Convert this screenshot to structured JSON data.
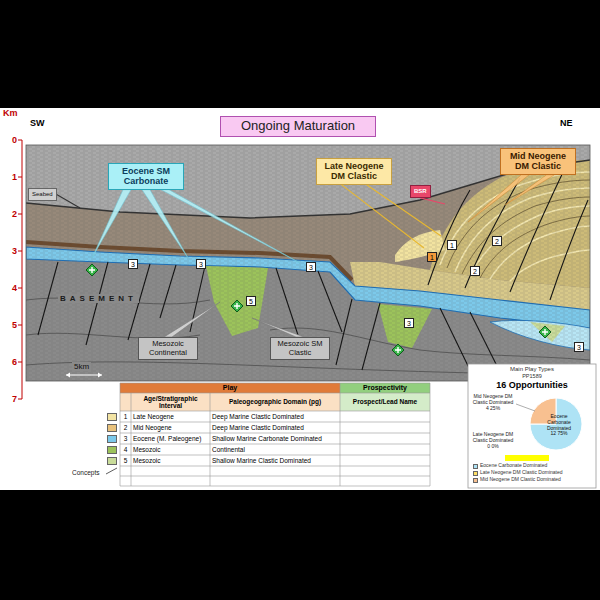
{
  "diagram": {
    "title": "Ongoing Maturation",
    "nodes": [
      {
        "text": [
          "Eocene SM Carbonate"
        ]
      },
      {
        "text": [
          "Late Neogene DM Clastic"
        ]
      },
      {
        "text": [
          "Mid Neogene DM Clastic"
        ]
      },
      {
        "text": [
          "Seabed"
        ]
      },
      {
        "text": [
          "BSR"
        ]
      },
      {
        "text": [
          "Mesozoic Continental"
        ]
      },
      {
        "text": [
          "Mesozoic SM Clastic"
        ]
      }
    ],
    "labels": [
      "Km",
      "0",
      "1",
      "2",
      "3",
      "4",
      "5",
      "6",
      "7",
      "SW",
      "NE",
      "BASEMENT",
      "5km",
      "3",
      "3",
      "3",
      "5",
      "1",
      "1",
      "2",
      "2",
      "3",
      "3",
      "Play",
      "Prospectivity",
      "Age/Stratigraphic Interval",
      "Paleogeographic Domain (pg)",
      "Prospect/Lead Name",
      "Late Neogene",
      "Deep Marine Clastic Dominated",
      "Mid Neogene",
      "Deep Marine Clastic Dominated",
      "Eocene (M. Paleogene)",
      "Shallow Marine Carbonate Dominated",
      "Mesozoic",
      "Continental",
      "Mesozoic",
      "Shallow Marine Clastic Dominated",
      "Concepts",
      "Main Play Types",
      "PP1589",
      "16 Opportunities",
      "Mid Neogene DM Clastic Dominated 4 25%",
      "Late Neogene DM Clastic Dominated 0 0%",
      "Eocene Carbonate Dominated 12 75%"
    ],
    "legend": [
      {
        "text": "1",
        "color": "#f3e4a4"
      },
      {
        "text": "2",
        "color": "#e9c27c"
      },
      {
        "text": "3",
        "color": "#7cc9ea"
      },
      {
        "text": "4",
        "color": "#9cc35b"
      },
      {
        "text": "5",
        "color": "#c9dc9a"
      },
      {
        "text": "Eocene Carbonate Dominated",
        "color": "#aee3f5"
      },
      {
        "text": "Late Neogene DM Clastic Dominated",
        "color": "#ffe066"
      },
      {
        "text": "Mid Neogene DM Clastic Dominated",
        "color": "#f8c090"
      }
    ]
  }
}
